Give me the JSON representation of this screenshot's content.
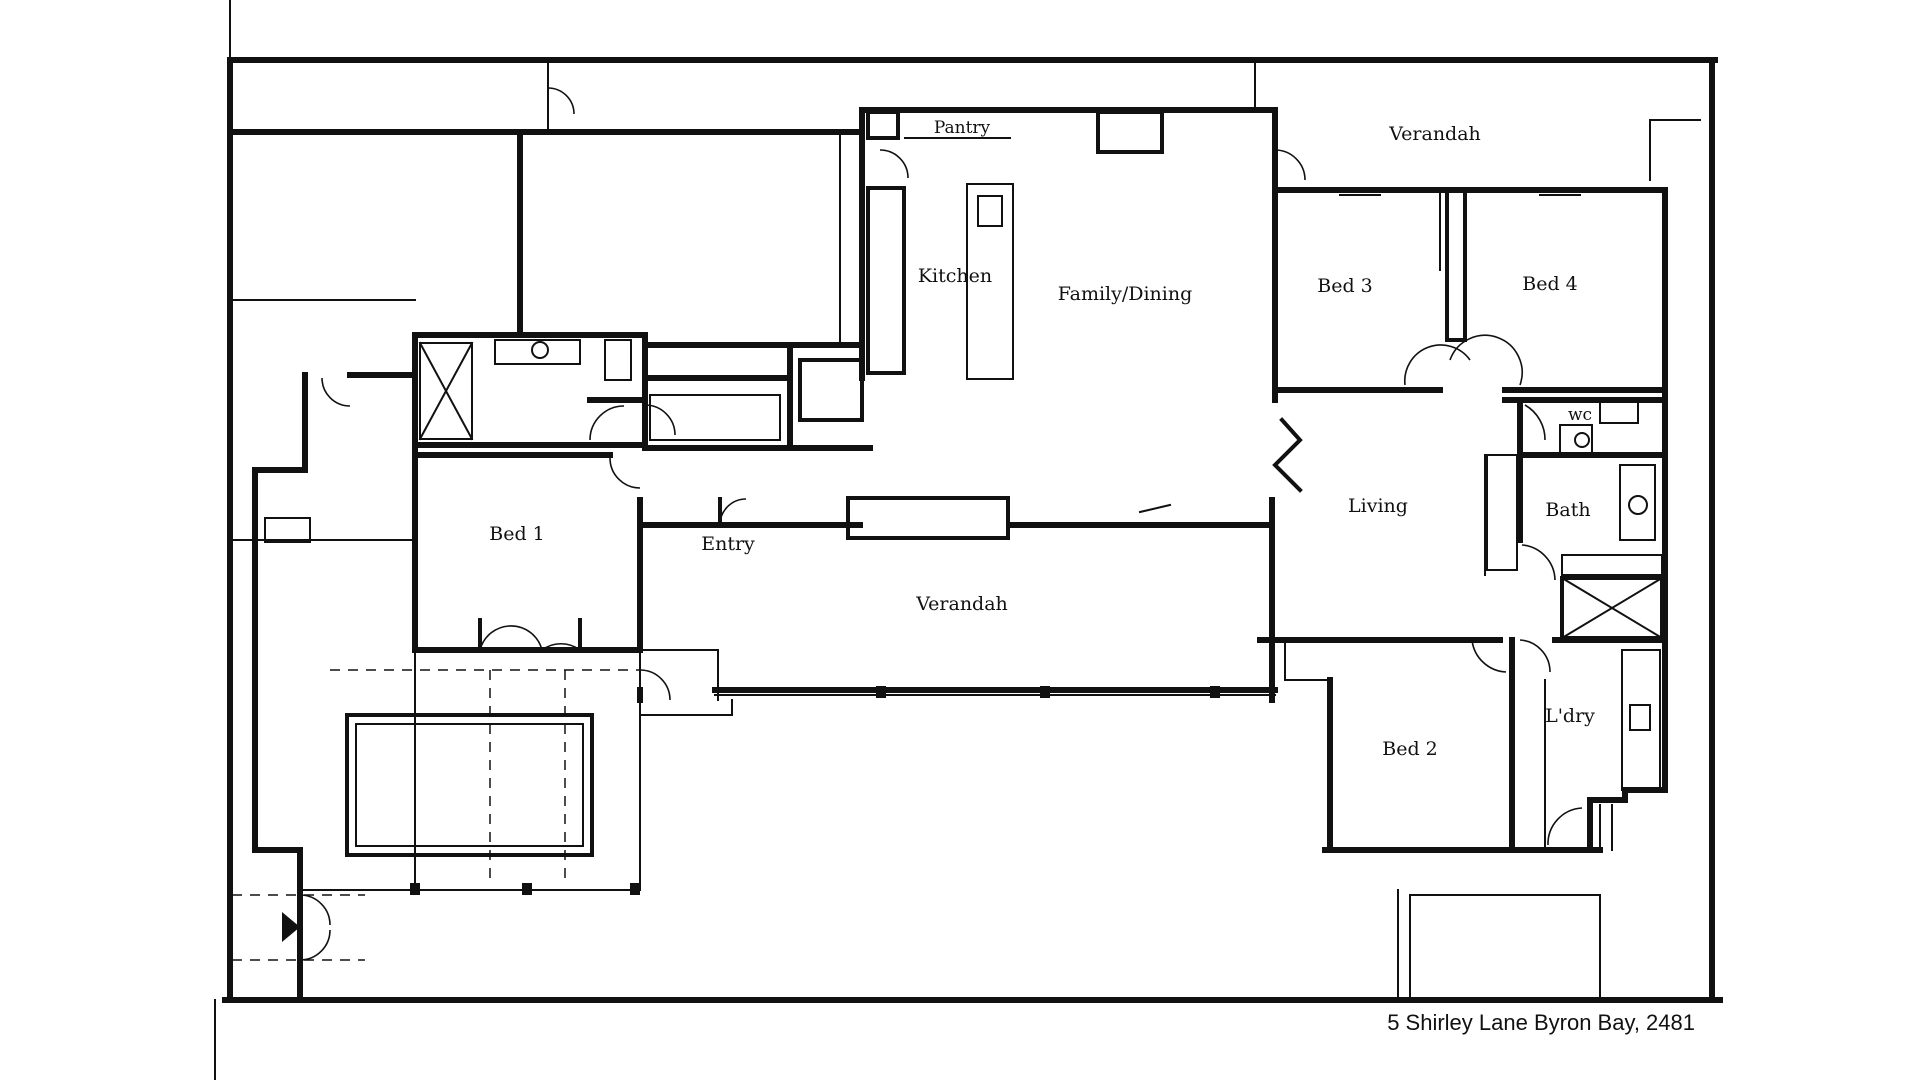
{
  "rooms": {
    "pantry": "Pantry",
    "verandah_top": "Verandah",
    "kitchen": "Kitchen",
    "family_dining": "Family/Dining",
    "bed3": "Bed 3",
    "bed4": "Bed 4",
    "wc": "wc",
    "bed1": "Bed 1",
    "entry": "Entry",
    "living": "Living",
    "bath": "Bath",
    "verandah_main": "Verandah",
    "bed2": "Bed 2",
    "laundry": "L'dry"
  },
  "address": "5 Shirley Lane Byron Bay, 2481"
}
